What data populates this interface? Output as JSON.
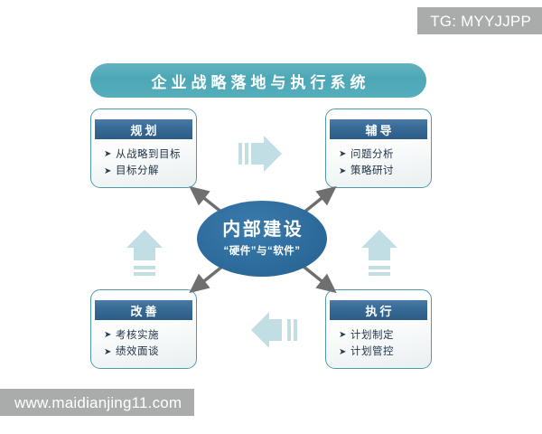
{
  "page": {
    "background_color": "#ffffff",
    "accent_teal": "#4da7b6",
    "header_navy": "#2d5c86",
    "center_blue": "#2c6b9b",
    "pale_arrow_color": "#c5e0e6",
    "diagonal_arrow_color": "#6b6b6b"
  },
  "watermarks": {
    "top_right": "TG: MYYJJPP",
    "bottom_left": "www.maidianjing11.com"
  },
  "banner": {
    "title": "企业战略落地与执行系统"
  },
  "center": {
    "title": "内部建设",
    "subtitle": "“硬件”与“软件”"
  },
  "boxes": [
    {
      "id": "top-left",
      "title": "规划",
      "bullet": "➤",
      "items": [
        "从战略到目标",
        "目标分解"
      ]
    },
    {
      "id": "top-right",
      "title": "辅导",
      "bullet": "➤",
      "items": [
        "问题分析",
        "策略研讨"
      ]
    },
    {
      "id": "bottom-left",
      "title": "改善",
      "bullet": "➤",
      "items": [
        "考核实施",
        "绩效面谈"
      ]
    },
    {
      "id": "bottom-right",
      "title": "执行",
      "bullet": "➤",
      "items": [
        "计划制定",
        "计划管控"
      ]
    }
  ],
  "flow_arrows": [
    {
      "id": "top",
      "direction": "right",
      "from": "规划",
      "to": "辅导"
    },
    {
      "id": "right",
      "direction": "up",
      "from": "执行",
      "to": "辅导"
    },
    {
      "id": "bottom",
      "direction": "left",
      "from": "执行",
      "to": "改善"
    },
    {
      "id": "left",
      "direction": "up",
      "from": "改善",
      "to": "规划"
    }
  ],
  "radial_arrows": [
    {
      "id": "to-top-left",
      "from": "内部建设",
      "to": "规划"
    },
    {
      "id": "to-top-right",
      "from": "内部建设",
      "to": "辅导"
    },
    {
      "id": "to-bottom-left",
      "from": "内部建设",
      "to": "改善"
    },
    {
      "id": "to-bottom-right",
      "from": "内部建设",
      "to": "执行"
    }
  ]
}
